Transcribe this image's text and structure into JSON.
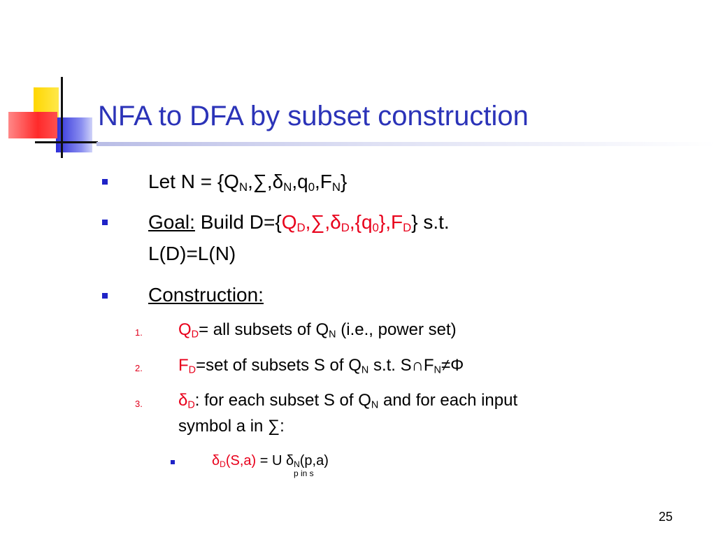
{
  "slide": {
    "title": "NFA to DFA by subset construction",
    "page_number": "25"
  },
  "bullets": {
    "b1": {
      "prefix": "Let N = {Q",
      "sub1": "N",
      "mid1": ",∑,δ",
      "sub2": "N",
      "mid2": ",q",
      "sub3": "0",
      "mid3": ",F",
      "sub4": "N",
      "suffix": "}"
    },
    "b2": {
      "goal_label": "Goal:",
      "text1": " Build D={",
      "r1": "Q",
      "r1s": "D",
      "r2": ",∑,δ",
      "r2s": "D",
      "r3": ",{q",
      "r3s": "0",
      "r4": "},F",
      "r4s": "D",
      "text2": "} s.t.",
      "line2": "L(D)=L(N)"
    },
    "b3": {
      "label": "Construction:"
    }
  },
  "items": {
    "i1": {
      "num": "1.",
      "r": "Q",
      "rs": "D",
      "t1": "= all subsets of Q",
      "ts": "N",
      "t2": " (i.e., power set)"
    },
    "i2": {
      "num": "2.",
      "r": "F",
      "rs": "D",
      "t1": "=set of subsets S of Q",
      "ts1": "N",
      "t2": " s.t. S∩F",
      "ts2": "N",
      "t3": "≠Φ"
    },
    "i3": {
      "num": "3.",
      "r": "δ",
      "rs": "D",
      "t1": ": for each subset S of Q",
      "ts": "N",
      "t2": " and for each input",
      "line2": "symbol a in ∑:"
    }
  },
  "subitem": {
    "r": "δ",
    "rs": "D",
    "r2": "(S,a)",
    "t1": " = U δ",
    "ts": "N",
    "t2": "(p,a)",
    "under": "p in s"
  }
}
